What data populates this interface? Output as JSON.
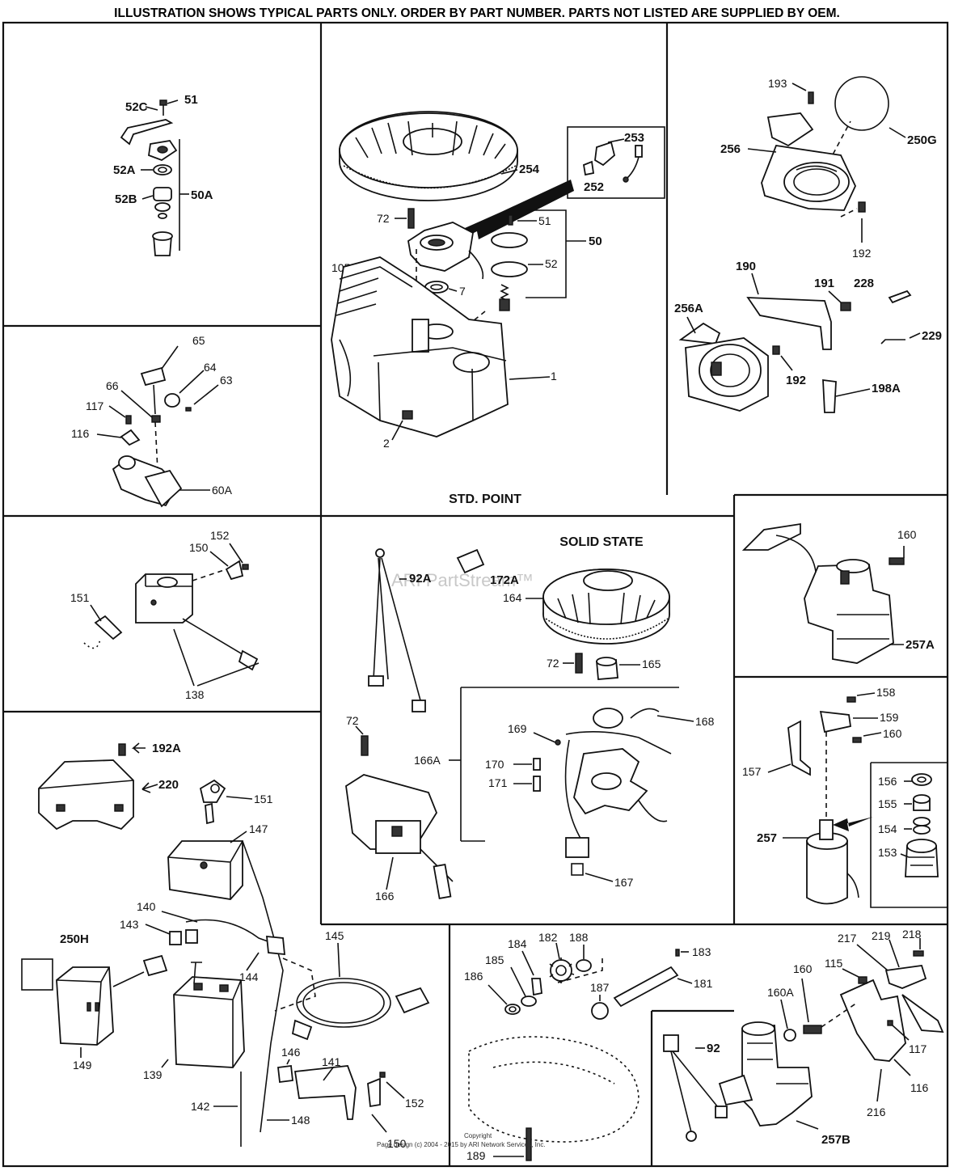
{
  "header": "ILLUSTRATION SHOWS TYPICAL PARTS ONLY. ORDER BY PART NUMBER. PARTS NOT LISTED ARE SUPPLIED BY OEM.",
  "sections": {
    "std_point": "STD. POINT",
    "solid_state": "SOLID STATE"
  },
  "watermark": "ARI PartStream™",
  "footer": {
    "copyright": "Copyright",
    "page_design": "Page design (c) 2004 - 2015 by ARI Network Services, Inc."
  },
  "labels": {
    "p52C": "52C",
    "p51a": "51",
    "p52A": "52A",
    "p52B": "52B",
    "p50A": "50A",
    "p254": "254",
    "p253": "253",
    "p252": "252",
    "p72a": "72",
    "p51b": "51",
    "p50": "50",
    "p105B": "105B",
    "p52": "52",
    "p7": "7",
    "p1": "1",
    "p2": "2",
    "p193": "193",
    "p256": "256",
    "p250G": "250G",
    "p192a": "192",
    "p190": "190",
    "p191": "191",
    "p228": "228",
    "p256A": "256A",
    "p229": "229",
    "p192b": "192",
    "p198A": "198A",
    "p65": "65",
    "p64": "64",
    "p63": "63",
    "p66": "66",
    "p117a": "117",
    "p116a": "116",
    "p60A": "60A",
    "p152a": "152",
    "p150a": "150",
    "p151a": "151",
    "p138": "138",
    "p172A": "172A",
    "p92A": "92A",
    "p164": "164",
    "p72b": "72",
    "p165": "165",
    "p168": "168",
    "p169": "169",
    "p166A": "166A",
    "p170": "170",
    "p171": "171",
    "p72c": "72",
    "p166": "166",
    "p167": "167",
    "p160a": "160",
    "p257A": "257A",
    "p158": "158",
    "p159": "159",
    "p160b": "160",
    "p157": "157",
    "p156": "156",
    "p155": "155",
    "p154": "154",
    "p153": "153",
    "p257": "257",
    "p192A": "192A",
    "p220": "220",
    "p151b": "151",
    "p147": "147",
    "p140": "140",
    "p143": "143",
    "p144": "144",
    "p145": "145",
    "p250H": "250H",
    "p149": "149",
    "p139": "139",
    "p142": "142",
    "p146": "146",
    "p141": "141",
    "p152b": "152",
    "p148": "148",
    "p150b": "150",
    "p184": "184",
    "p182": "182",
    "p188": "188",
    "p183": "183",
    "p185": "185",
    "p186": "186",
    "p187": "187",
    "p181": "181",
    "p189": "189",
    "p217": "217",
    "p219": "219",
    "p218": "218",
    "p115": "115",
    "p160A": "160A",
    "p160c": "160",
    "p92": "92",
    "p117b": "117",
    "p116b": "116",
    "p216": "216",
    "p257B": "257B"
  }
}
